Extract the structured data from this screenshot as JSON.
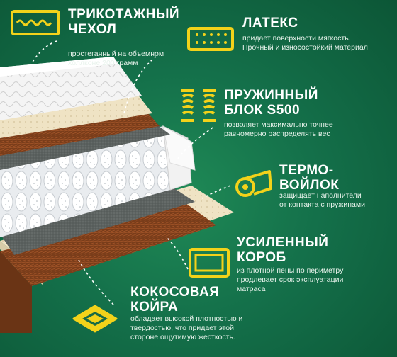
{
  "features": {
    "cover": {
      "title": "ТРИКОТАЖНЫЙ\nЧЕХОЛ",
      "desc": "простеганный на объемном\nхоллконе 200 грамм",
      "icon": "quilted-cover-icon"
    },
    "latex": {
      "title": "ЛАТЕКС",
      "desc": "придает поверхности мягкость.\nПрочный и износостойкий материал",
      "icon": "latex-block-icon"
    },
    "springs": {
      "title": "ПРУЖИННЫЙ\nБЛОК S500",
      "desc": "позволяет максимально точнее\nравномерно распределять вес",
      "icon": "springs-icon"
    },
    "felt": {
      "title": "ТЕРМО-\nВОЙЛОК",
      "desc": "защищает наполнители\nот контакта с пружинами",
      "icon": "felt-roll-icon"
    },
    "box": {
      "title": "УСИЛЕННЫЙ\nКОРОБ",
      "desc": "из плотной пены по периметру\nпродлевает срок эксплуатации\nматраса",
      "icon": "foam-box-icon"
    },
    "coir": {
      "title": "КОКОСОВАЯ\nКОЙРА",
      "desc": "обладает высокой плотностью и\nтвердостью, что придает этой\nстороне ощутимую жесткость.",
      "icon": "coir-sheet-icon"
    }
  },
  "colors": {
    "accent": "#f3d21a",
    "bg_dark": "#0c5636",
    "bg_light": "#1f8a56",
    "coir": "#7a3d1a",
    "latex": "#efe3c4",
    "felt": "#5a5f5e"
  }
}
